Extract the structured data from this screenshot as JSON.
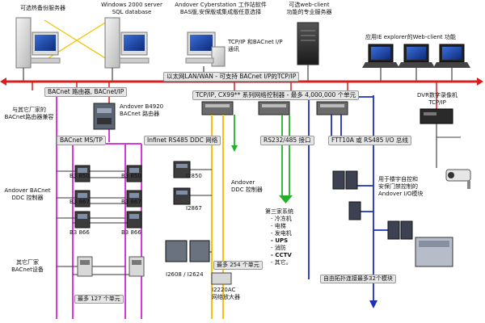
{
  "top": {
    "backup_server": "可选热备份服务器",
    "win2000": [
      "Windows 2000 server",
      "SQL database"
    ],
    "cyberstation": [
      "Andover Cyberstation 工作站软件",
      "BAS版,安保版或集成版任意选择"
    ],
    "web_client_server": [
      "可选web-client",
      "功能的专业服务器"
    ],
    "tcpip_note": [
      "TCP/IP 和BACnet I/P",
      "通讯"
    ],
    "ie_web_client": "应用IE explorer的Web-client 功能"
  },
  "backbone_label": "以太网LAN/WAN - 可支持 BACnet I/P的TCP/IP",
  "left": {
    "bacnet_router_bar": "BACnet 路由器, BACnet/IP",
    "other_router_note": [
      "与其它厂家的",
      "BACnet路由器兼容"
    ],
    "b4920": [
      "Andover B4920",
      "BACnet 路由器"
    ],
    "mstp_bar": "BACnet MS/TP",
    "ddc_label": [
      "Andover BACnet",
      "DDC 控制器"
    ],
    "other_devices": [
      "其它厂家",
      "BACnet设备"
    ],
    "max127": "最多 127 个单元",
    "devices": [
      "B3 850",
      "B3 850",
      "B3 867",
      "B3 867",
      "B3 866",
      "B3 866"
    ]
  },
  "middle": {
    "network_ctrl_bar": "TCP/IP, CX99** 系列网络控制器 - 最多 4,000,000 个单元",
    "infinet_bar": "Infinet RS485 DDC 网络",
    "rs232_bar": "RS232/485 接口",
    "ftt_bar": "FTT10A 或 RS485 I/O 总线",
    "ddc_ctrl": [
      "Andover",
      "DDC 控制器"
    ],
    "devices": [
      "I2850",
      "I2867",
      "I2608 / I2624"
    ],
    "max254": "最多 254 个单元",
    "amplifier": [
      "I2220AC",
      "网络放大器"
    ]
  },
  "third_party": {
    "title": "第三家系统",
    "items": [
      "- 冷冻机",
      "- 电梯",
      "- 发电机",
      "- UPS",
      "- 消防",
      "- CCTV",
      "- 其它。"
    ]
  },
  "right": {
    "dvr": [
      "DVR数字录像机",
      "TCP/IP"
    ],
    "io_note": [
      "用于楼宇自控和",
      "安保门禁控制的",
      "Andover I/O模块"
    ],
    "max32": "自由拓扑连接最多32个模块"
  },
  "colors": {
    "backbone": "#d81e1e",
    "blue": "#1c2fb8",
    "magenta": "#d63bd6",
    "yellow": "#f0c21a",
    "green": "#22b02a",
    "black": "#111111"
  }
}
